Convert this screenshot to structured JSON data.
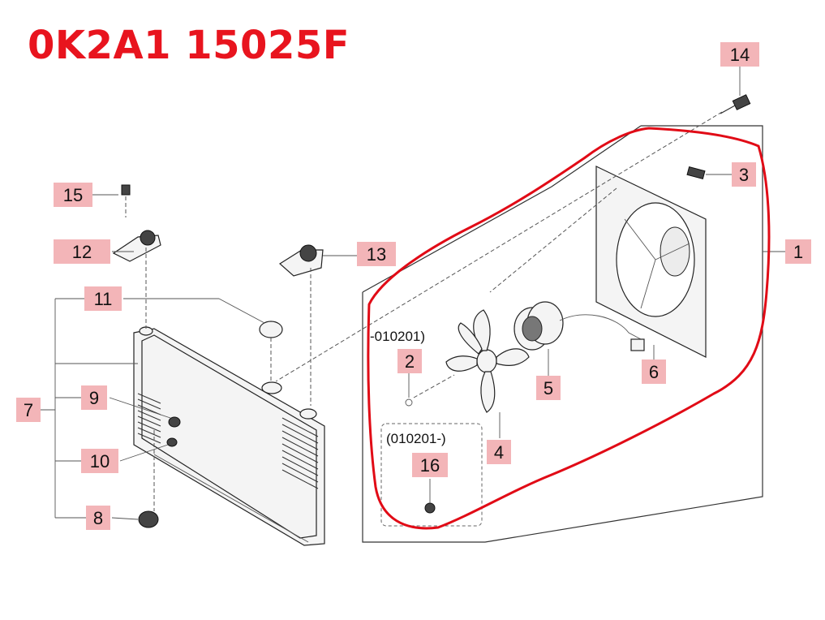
{
  "title": "0K2A1 15025F",
  "notes": {
    "before": "-010201)",
    "after": "(010201-)"
  },
  "callouts": [
    "1",
    "2",
    "3",
    "4",
    "5",
    "6",
    "7",
    "8",
    "9",
    "10",
    "11",
    "12",
    "13",
    "14",
    "15",
    "16"
  ],
  "colors": {
    "title": "#e8141e",
    "callout_bg": "#f3b5b8",
    "highlight": "#e10b16"
  }
}
